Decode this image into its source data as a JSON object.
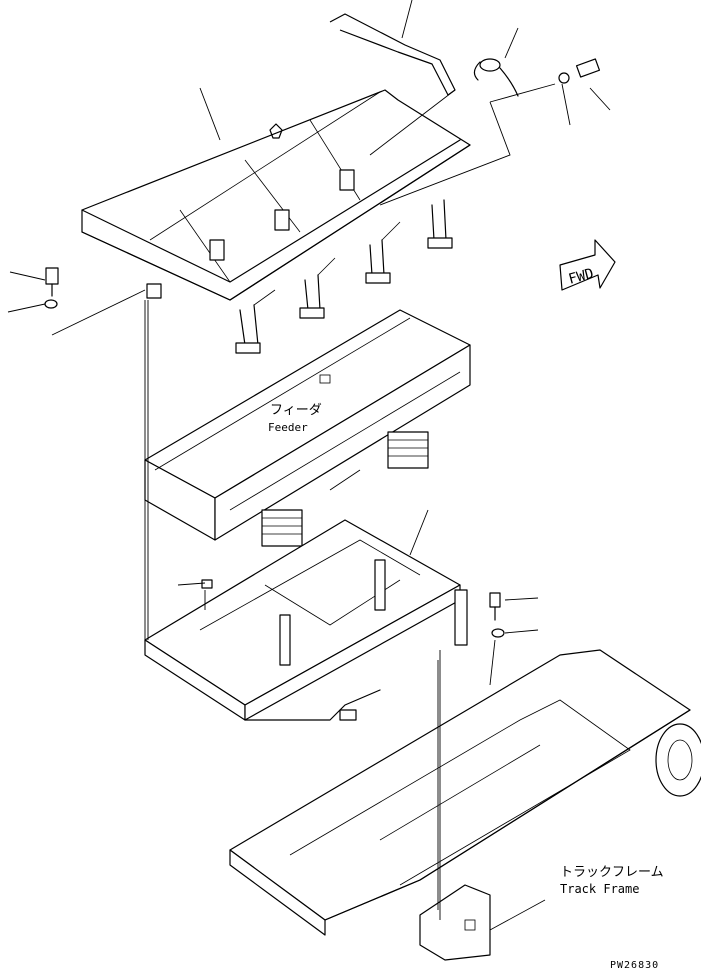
{
  "diagram": {
    "labels": {
      "feeder_jp": "フィーダ",
      "feeder_en": "Feeder",
      "track_frame_jp": "トラックフレーム",
      "track_frame_en": "Track Frame",
      "fwd": "FWD",
      "code": "PW26830"
    }
  }
}
